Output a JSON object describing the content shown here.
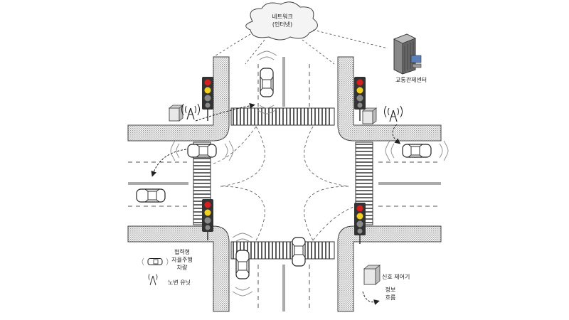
{
  "labels": {
    "network_line1": "네트워크",
    "network_line2": "(인터넷)",
    "traffic_center": "교통관제센터",
    "legend_vehicle_line1": "협력형",
    "legend_vehicle_line2": "자율주행",
    "legend_vehicle_line3": "차량",
    "legend_rsu": "노변 유닛",
    "signal_controller": "신호 제어기",
    "info_flow_line1": "정보",
    "info_flow_line2": "흐름"
  },
  "traffic_lights": [
    {
      "id": "nw",
      "lamps": [
        "red",
        "yellow",
        "green",
        "arrow"
      ]
    },
    {
      "id": "ne",
      "lamps": [
        "red",
        "yellow",
        "green",
        "arrow"
      ]
    },
    {
      "id": "sw",
      "lamps": [
        "red",
        "yellow",
        "green",
        "arrow"
      ]
    },
    {
      "id": "se",
      "lamps": [
        "red",
        "yellow",
        "green",
        "arrow"
      ]
    }
  ],
  "colors": {
    "red": "#d42020",
    "yellow": "#f0d020",
    "green": "#8a8a8a",
    "hatch": "#9a9a9a",
    "road_line": "#555555"
  }
}
